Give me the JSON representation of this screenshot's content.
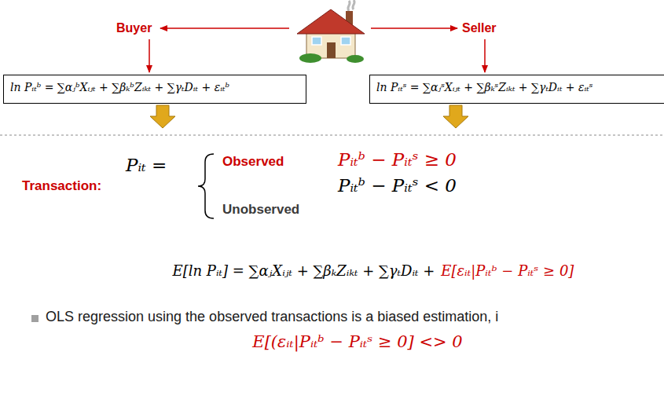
{
  "diagram": {
    "nodes": [
      {
        "text": [
          "ln Pᵢₜᵇ = ∑αⱼᵇXᵢⱼₜ + ∑βₖᵇZᵢₖₜ + ∑γₜDᵢₜ + εᵢₜᵇ"
        ]
      },
      {
        "text": [
          "ln Pᵢₜˢ = ∑αⱼˢXᵢⱼₜ + ∑βₖˢZᵢₖₜ + ∑γₜDᵢₜ + εᵢₜˢ"
        ]
      }
    ],
    "labels": [
      "Buyer",
      "Seller",
      "Pᵢₜ =",
      "Observed",
      "Pᵢₜᵇ − Pᵢₜˢ ≥ 0",
      "Pᵢₜᵇ − Pᵢₜˢ < 0",
      "Transaction:",
      "Unobserved",
      "E[ln Pᵢₜ] = ∑αⱼXᵢⱼₜ + ∑βₖZᵢₖₜ + ∑γₜDᵢₜ +",
      "E[εᵢₜ|Pᵢₜᵇ − Pᵢₜˢ ≥ 0]",
      "OLS regression using the observed transactions is a biased estimation, i",
      "E[(εᵢₜ|Pᵢₜᵇ − Pᵢₜˢ ≥ 0] <> 0"
    ]
  }
}
